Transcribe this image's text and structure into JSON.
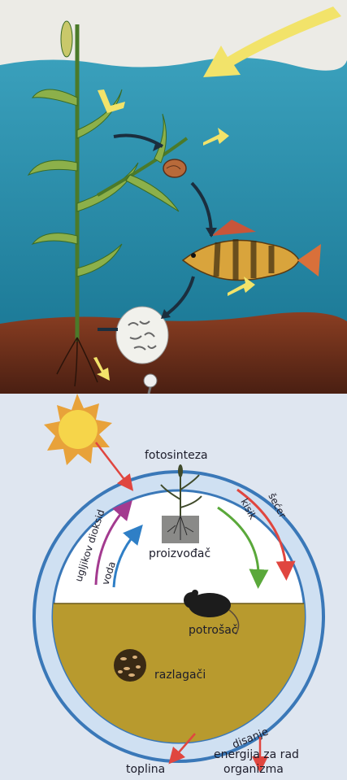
{
  "top_panel": {
    "description_free": true
  },
  "bottom_panel": {
    "labels": {
      "photosynthesis": "fotosinteza",
      "carbon_dioxide": "ugljikov dioksid",
      "water": "voda",
      "oxygen": "kisik",
      "sugar": "šećer",
      "producer": "proizvođač",
      "consumer": "potrošač",
      "decomposers": "razlagači",
      "respiration": "disanje",
      "heat": "toplina",
      "energy_line1": "energija za rad",
      "energy_line2": "organizma"
    },
    "colors": {
      "arrow_red": "#e0463f",
      "arrow_green": "#5aa83a",
      "arrow_blue": "#2f7fc6",
      "arrow_purple": "#a33a8f",
      "ring": "#3a78b8",
      "soil": "#b89a2e"
    }
  }
}
